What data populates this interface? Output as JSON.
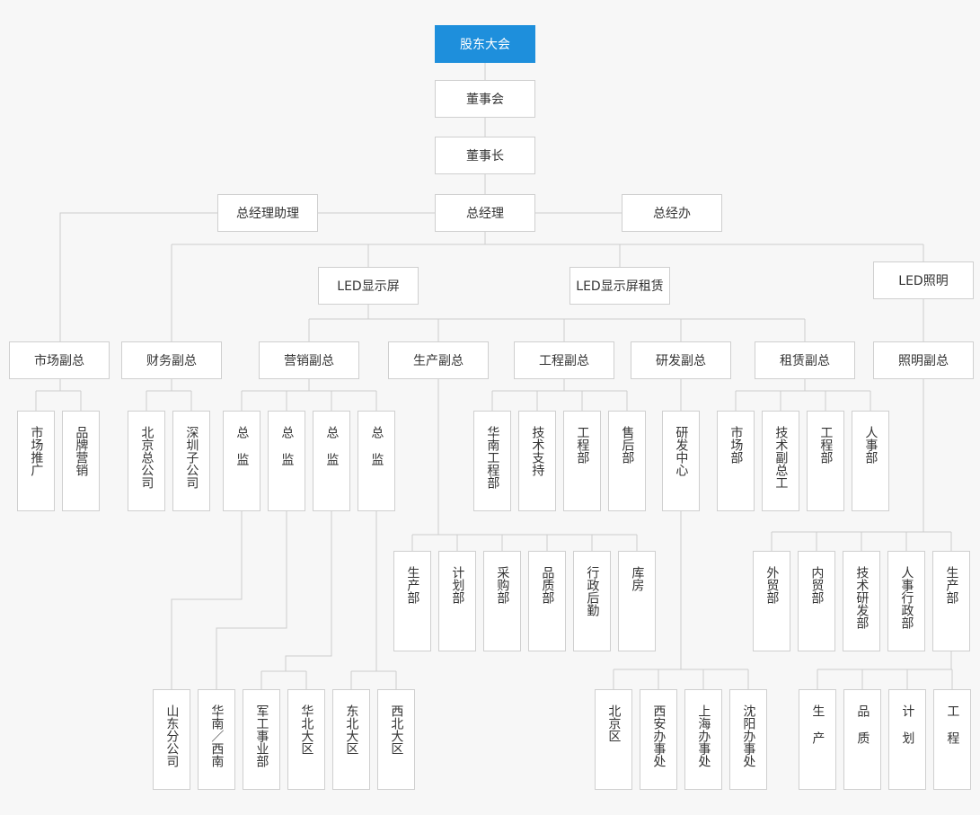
{
  "nodes": {
    "gudong": "股东大会",
    "dongshihui": "董事会",
    "dongshizhang": "董事长",
    "zongjingli": "总经理",
    "zjlzl": "总经理助理",
    "zjb": "总经办",
    "led": "LED显示屏",
    "ledzl": "LED显示屏租赁",
    "ledzm": "LED照明",
    "scfz": "市场副总",
    "cwfz": "财务副总",
    "yxfz": "营销副总",
    "scfz2": "生产副总",
    "gcfz": "工程副总",
    "yffz": "研发副总",
    "zlfz": "租赁副总",
    "zmfz": "照明副总",
    "sctg": "市场推广",
    "ppyx": "品牌营销",
    "bjzgs": "北京总公司",
    "szzgs": "深圳子公司",
    "zj1": "总监",
    "zj2": "总监",
    "zj3": "总监",
    "zj4": "总监",
    "hngcb": "华南工程部",
    "jszc": "技术支持",
    "gcb1": "工程部",
    "shb": "售后部",
    "yfzx": "研发中心",
    "scb_zl": "市场部",
    "jsfzg": "技术副总工",
    "gcb2": "工程部",
    "rsb": "人事部",
    "scb_p": "生产部",
    "jhb": "计划部",
    "cgb": "采购部",
    "pzb": "品质部",
    "xzhq": "行政后勤",
    "kf": "库房",
    "wmb": "外贸部",
    "nmb": "内贸部",
    "jsyfb": "技术研发部",
    "rsxzb": "人事行政部",
    "scb_zm": "生产部",
    "sdfgs": "山东分公司",
    "hnxn": "华南／西南",
    "jgsyb": "军工事业部",
    "hbdq": "华北大区",
    "dbdq": "东北大区",
    "xbdq": "西北大区",
    "bjq": "北京区",
    "xabsc": "西安办事处",
    "shbsc": "上海办事处",
    "sybsc": "沈阳办事处",
    "sheng": "生产",
    "pin": "品质",
    "ji": "计划",
    "gong": "工程"
  },
  "colors": {
    "root_fill": "#1e8fdc",
    "node_border": "#cfcfcf",
    "line": "#cccccc",
    "background": "#f7f7f7"
  }
}
